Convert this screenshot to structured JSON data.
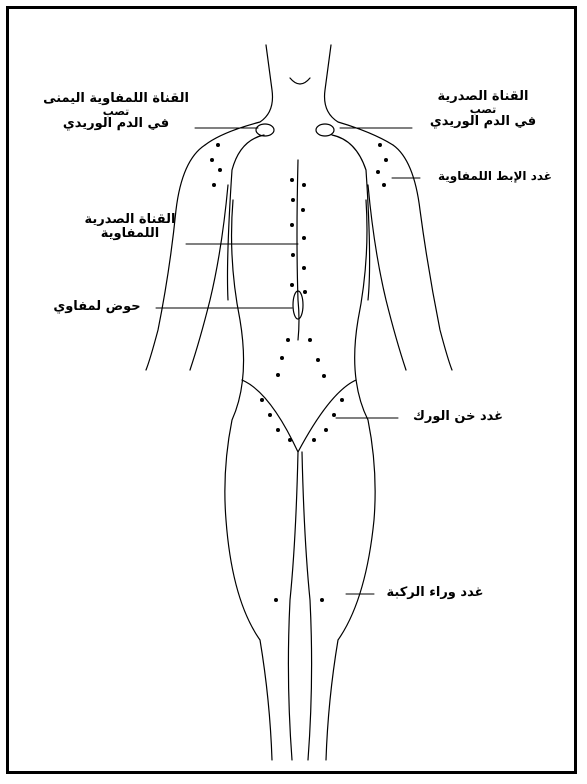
{
  "labels": {
    "right_lymphatic_duct": {
      "line1": "القناة اللمفاوية اليمنى",
      "line2": "تصب",
      "line3": "في الدم الوريدي"
    },
    "thoracic_duct_top": {
      "line1": "القناة الصدرية",
      "line2": "تصب",
      "line3": "في الدم الوريدي"
    },
    "axillary_nodes": "غدد الإبط اللمفاوية",
    "thoracic_duct_mid": {
      "line1": "القناة الصدرية",
      "line2": "اللمفاوية"
    },
    "cisterna": "حوض لمفاوي",
    "groin_nodes": "غدد خن الورك",
    "knee_nodes": "غدد وراء الركبة"
  },
  "colors": {
    "ink": "#000000",
    "background": "#ffffff"
  }
}
